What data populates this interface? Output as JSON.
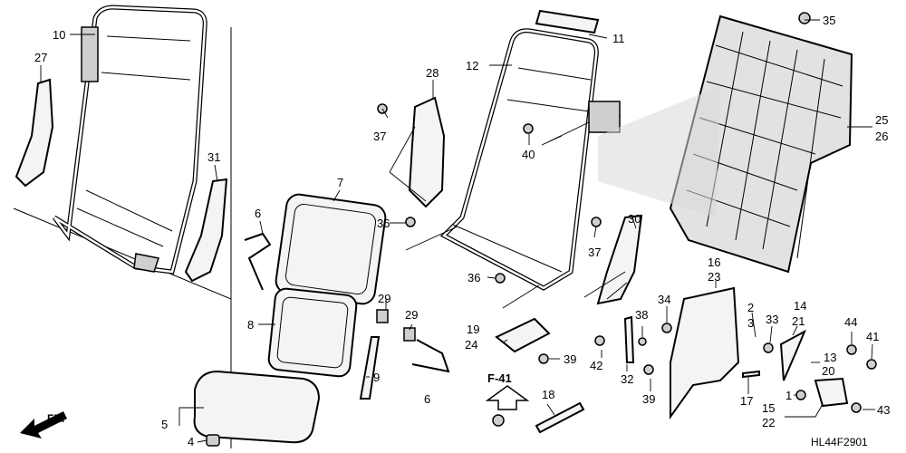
{
  "diagram_code": "HL44F2901",
  "front_marker": "FR.",
  "reference_label": "F-41",
  "callouts": {
    "c1": "1",
    "c2": "2",
    "c3": "3",
    "c4": "4",
    "c5": "5",
    "c6": "6",
    "c7": "7",
    "c8": "8",
    "c9": "9",
    "c10": "10",
    "c11": "11",
    "c12": "12",
    "c13": "13",
    "c14": "14",
    "c15": "15",
    "c16": "16",
    "c17": "17",
    "c18": "18",
    "c19": "19",
    "c20": "20",
    "c21": "21",
    "c22": "22",
    "c23": "23",
    "c24": "24",
    "c25": "25",
    "c26": "26",
    "c27": "27",
    "c28": "28",
    "c29": "29",
    "c30": "30",
    "c31": "31",
    "c32": "32",
    "c33": "33",
    "c34": "34",
    "c35": "35",
    "c36": "36",
    "c37": "37",
    "c38": "38",
    "c39": "39",
    "c40": "40",
    "c41": "41",
    "c42": "42",
    "c43": "43",
    "c44": "44"
  }
}
